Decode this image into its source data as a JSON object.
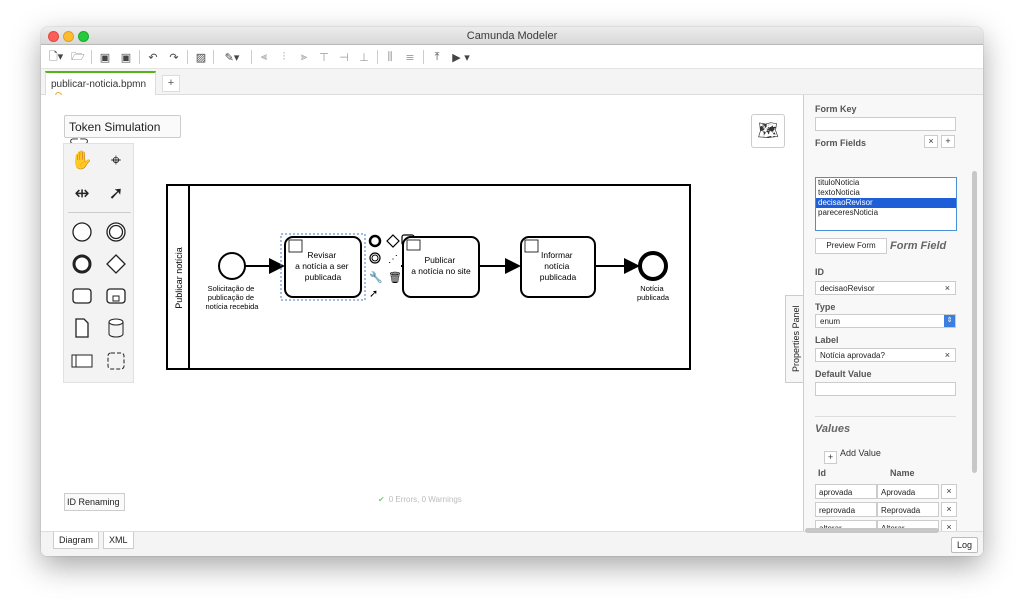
{
  "window": {
    "title": "Camunda Modeler"
  },
  "tabs": [
    {
      "label": "publicar-noticia.bpmn"
    }
  ],
  "canvas": {
    "token_simulation_label": "Token Simulation",
    "id_renaming_label": "ID Renaming",
    "status_text": "0 Errors, 0 Warnings"
  },
  "diagram": {
    "lane_label": "Publicar notícia",
    "start_event_label": [
      "Solicitação de",
      "publicação de",
      "notícia recebida"
    ],
    "task_review_label": [
      "Revisar",
      "a notícia a ser",
      "publicada"
    ],
    "task_publish_label": [
      "Publicar",
      "a notícia no site"
    ],
    "task_inform_label": [
      "Informar",
      "notícia",
      "publicada"
    ],
    "end_event_label": [
      "Notícia",
      "publicada"
    ]
  },
  "bottom": {
    "diagram_tab": "Diagram",
    "xml_tab": "XML",
    "log_button": "Log"
  },
  "properties": {
    "toggle_label": "Properties Panel",
    "form_key_label": "Form Key",
    "form_key_value": "",
    "form_fields_label": "Form Fields",
    "form_fields": [
      "tituloNoticia",
      "textoNoticia",
      "decisaoRevisor",
      "pareceresNoticia"
    ],
    "selected_field": "decisaoRevisor",
    "preview_form_label": "Preview Form",
    "form_field_header": "Form Field",
    "id_label": "ID",
    "id_value": "decisaoRevisor",
    "type_label": "Type",
    "type_value": "enum",
    "label_label": "Label",
    "label_value": "Notícia aprovada?",
    "default_value_label": "Default Value",
    "default_value": "",
    "values_header": "Values",
    "add_value_label": "Add Value",
    "col_id": "Id",
    "col_name": "Name",
    "values": [
      {
        "id": "aprovada",
        "name": "Aprovada"
      },
      {
        "id": "reprovada",
        "name": "Reprovada"
      },
      {
        "id": "alterar",
        "name": "Alterar"
      }
    ]
  },
  "icons": {
    "hand_tool": "hand-icon",
    "lasso_tool": "lasso-icon",
    "space_tool": "space-tool-icon",
    "connect_tool": "connect-icon",
    "map": "map-icon"
  }
}
